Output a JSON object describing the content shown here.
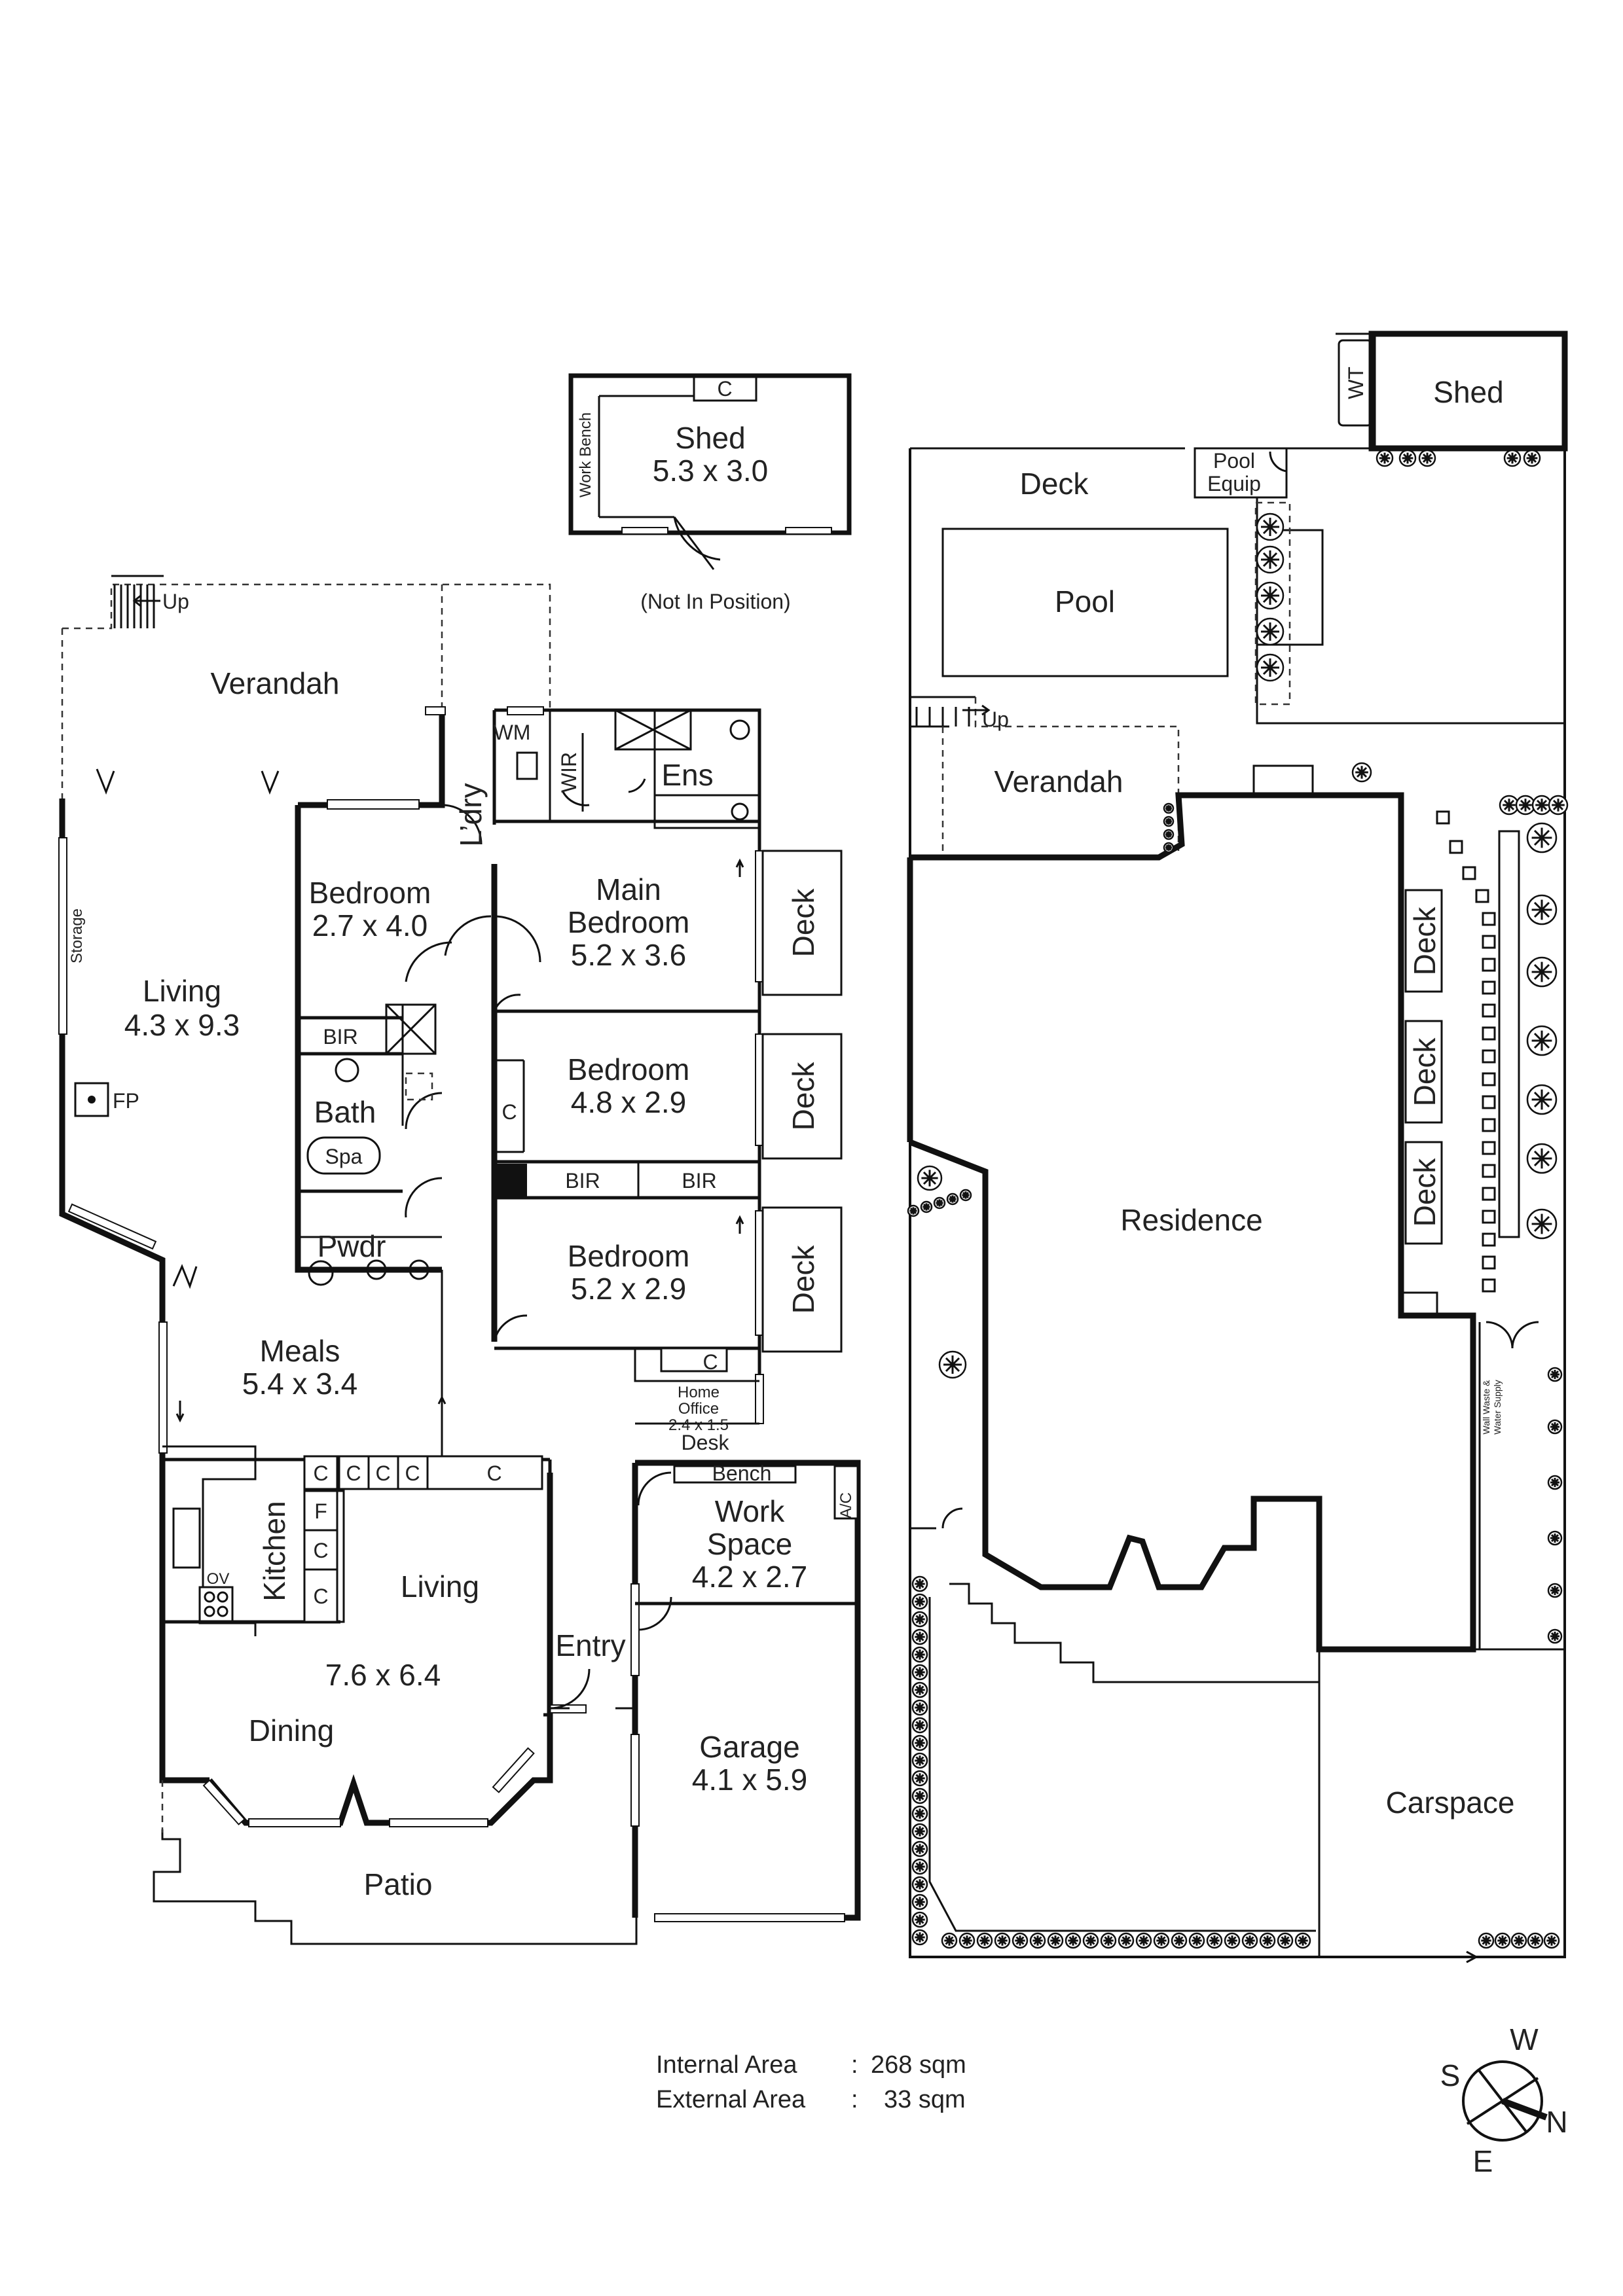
{
  "rooms": {
    "shed_detached": {
      "name": "Shed",
      "dims": "5.3 x 3.0"
    },
    "work_bench": "Work Bench",
    "not_in_position": "(Not In Position)",
    "shed_c": "C",
    "up_left": "Up",
    "verandah_left": "Verandah",
    "storage": "Storage",
    "living_left": {
      "name": "Living",
      "dims": "4.3 x 9.3"
    },
    "fp": "FP",
    "bedroom1": {
      "name": "Bedroom",
      "dims": "2.7 x 4.0"
    },
    "bir1": "BIR",
    "bath": "Bath",
    "spa": "Spa",
    "pwdr": "Pwdr",
    "wm": "WM",
    "ldry": "L’dry",
    "wir": "WIR",
    "ens": "Ens",
    "main_bedroom": {
      "name": "Main",
      "name2": "Bedroom",
      "dims": "5.2 x 3.6"
    },
    "bedroom2": {
      "name": "Bedroom",
      "dims": "4.8 x 2.9"
    },
    "bedroom3": {
      "name": "Bedroom",
      "dims": "5.2 x 2.9"
    },
    "c_bed2": "C",
    "bir2": "BIR",
    "bir3": "BIR",
    "deck1": "Deck",
    "deck2": "Deck",
    "deck3": "Deck",
    "meals": {
      "name": "Meals",
      "dims": "5.4 x 3.4"
    },
    "kitchen": "Kitchen",
    "ov": "OV",
    "cupboards": [
      "C",
      "C",
      "C",
      "C",
      "C",
      "F",
      "C",
      "C"
    ],
    "living_main": {
      "name": "Living",
      "dims": "7.6 x 6.4"
    },
    "dining": "Dining",
    "entry": "Entry",
    "home_office": {
      "name1": "Home",
      "name2": "Office",
      "dims": "2.4 x 1.5",
      "c": "C"
    },
    "desk": "Desk",
    "bench": "Bench",
    "ac": "A/C",
    "work_space": {
      "name1": "Work",
      "name2": "Space",
      "dims": "4.2 x 2.7"
    },
    "garage": {
      "name": "Garage",
      "dims": "4.1 x 5.9"
    },
    "patio": "Patio"
  },
  "site": {
    "wt": "WT",
    "shed": "Shed",
    "deck_top": "Deck",
    "pool_equip": {
      "line1": "Pool",
      "line2": "Equip"
    },
    "pool": "Pool",
    "up": "Up",
    "verandah": "Verandah",
    "residence": "Residence",
    "deck1": "Deck",
    "deck2": "Deck",
    "deck3": "Deck",
    "wall_waste": {
      "line1": "Wall Waste &",
      "line2": "Water Supply"
    },
    "carspace": "Carspace"
  },
  "areas": {
    "internal_label": "Internal Area",
    "internal_sep": ":",
    "internal_value": "268 sqm",
    "external_label": "External Area",
    "external_sep": ":",
    "external_value": "33 sqm"
  },
  "compass": {
    "w": "W",
    "s": "S",
    "n": "N",
    "e": "E"
  }
}
